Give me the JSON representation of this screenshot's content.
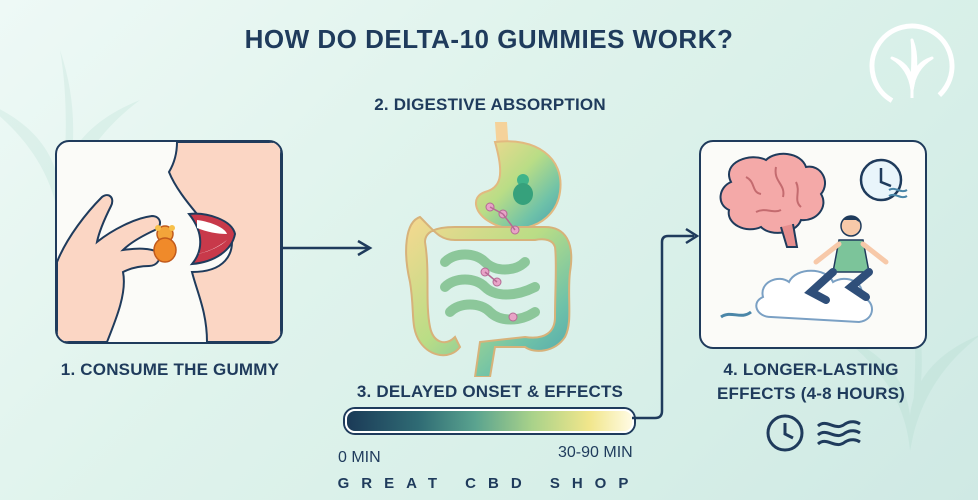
{
  "title": "HOW DO DELTA-10 GUMMIES WORK?",
  "steps": {
    "consume": "1. CONSUME THE GUMMY",
    "digestive": "2. DIGESTIVE ABSORPTION",
    "delayed": "3. DELAYED ONSET & EFFECTS",
    "longer_line1": "4. LONGER-LASTING",
    "longer_line2": "EFFECTS (4-8 HOURS)"
  },
  "timeline": {
    "start_label": "0 MIN",
    "end_label": "30-90 MIN"
  },
  "brand": "GREAT CBD SHOP",
  "colors": {
    "navy": "#1f3b5c",
    "mint": "#dff3ec",
    "gummy": "#f08a2a",
    "brain": "#f2a6a6"
  },
  "icons": {
    "logo": "cannabis-leaf-icon",
    "clock": "clock-icon",
    "wave": "wave-icon"
  }
}
